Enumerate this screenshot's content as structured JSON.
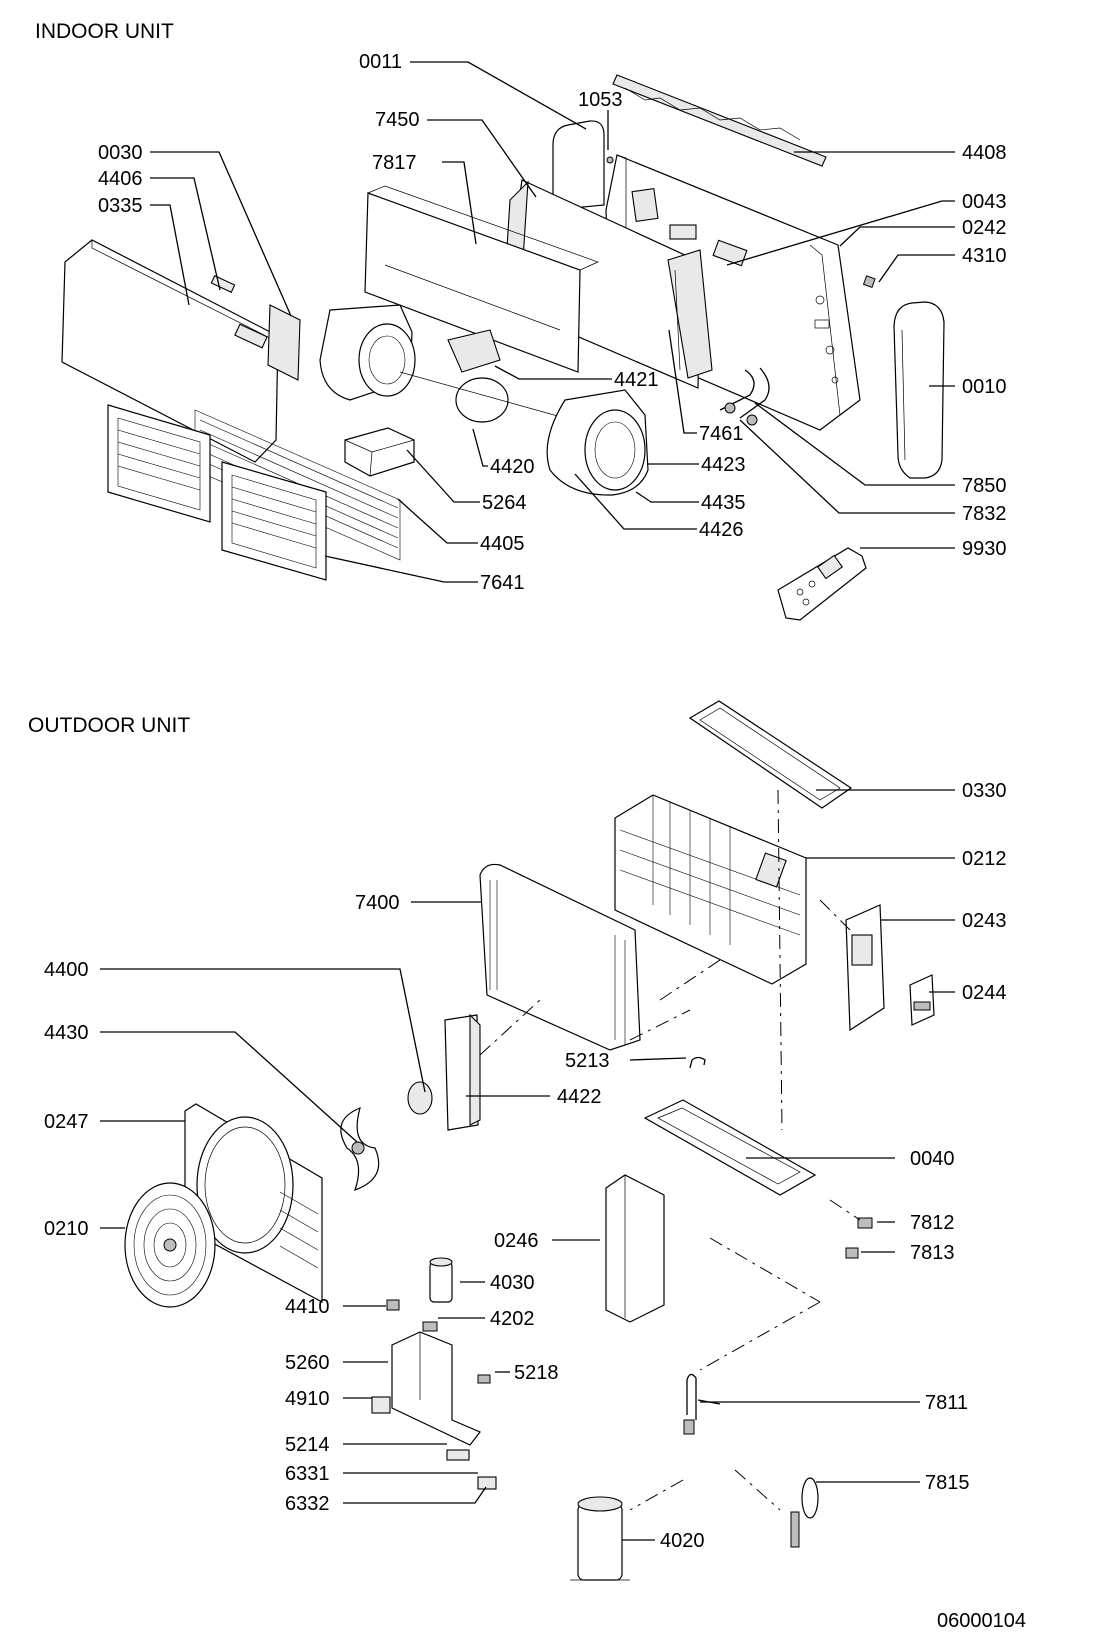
{
  "indoor": {
    "title": "INDOOR UNIT",
    "labels": [
      "0011",
      "1053",
      "7450",
      "4408",
      "0030",
      "7817",
      "0043",
      "4406",
      "0242",
      "0335",
      "4310",
      "0010",
      "4421",
      "7461",
      "4420",
      "4423",
      "7850",
      "5264",
      "4435",
      "7832",
      "4426",
      "9930",
      "4405",
      "7641"
    ]
  },
  "outdoor": {
    "title": "OUTDOOR UNIT",
    "labels": [
      "0330",
      "0212",
      "7400",
      "0243",
      "4400",
      "0244",
      "4430",
      "5213",
      "4422",
      "0247",
      "0040",
      "7812",
      "0210",
      "0246",
      "7813",
      "4030",
      "4410",
      "4202",
      "5260",
      "5218",
      "4910",
      "7811",
      "5214",
      "6331",
      "7815",
      "6332",
      "4020"
    ]
  },
  "drawing_number": "06000104"
}
